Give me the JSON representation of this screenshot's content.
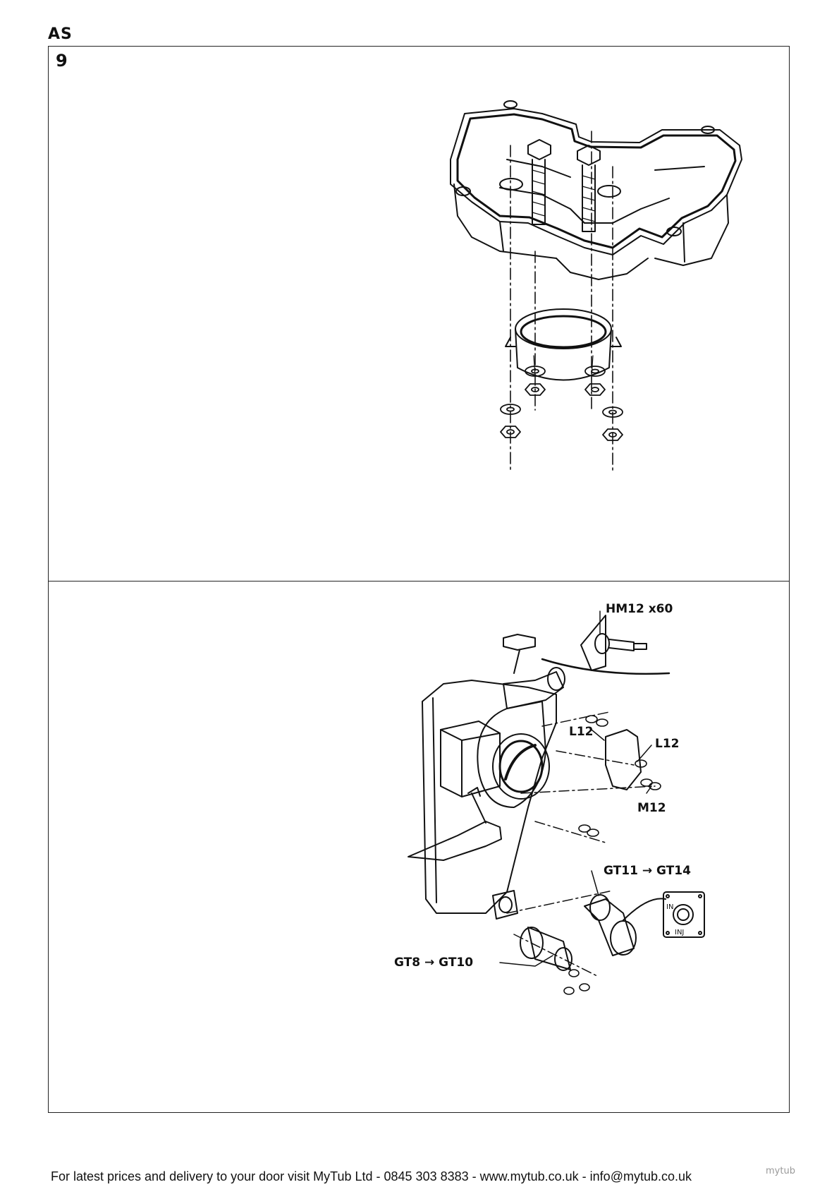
{
  "header": {
    "code": "AS"
  },
  "step": {
    "number": "9"
  },
  "diagram_bottom": {
    "callouts": {
      "bolt": "HM12 x60",
      "washer_upper": "L12",
      "washer_right": "L12",
      "nut": "M12",
      "gasket_right": "GT11 → GT14",
      "gasket_left": "GT8 → GT10",
      "plate_top": "IN",
      "plate_bottom": "INJ"
    }
  },
  "footer": {
    "text": "For latest prices and delivery to your door visit MyTub Ltd - 0845 303 8383 - www.mytub.co.uk - info@mytub.co.uk",
    "logo": "mytub"
  }
}
